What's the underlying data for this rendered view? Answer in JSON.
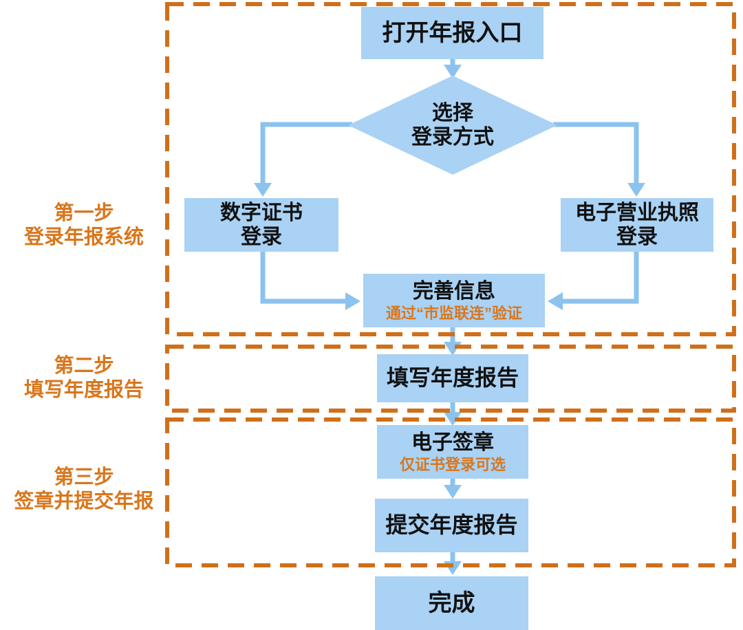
{
  "steps": [
    {
      "line1": "第一步",
      "line2": "登录年报系统"
    },
    {
      "line1": "第二步",
      "line2": "填写年度报告"
    },
    {
      "line1": "第三步",
      "line2": "签章并提交年报"
    }
  ],
  "flow": {
    "open_entry": {
      "label": "打开年报入口"
    },
    "choose_login": {
      "line1": "选择",
      "line2": "登录方式"
    },
    "cert_login": {
      "line1": "数字证书",
      "line2": "登录"
    },
    "license_login": {
      "line1": "电子营业执照",
      "line2": "登录"
    },
    "complete_info": {
      "label": "完善信息",
      "note": "通过“市监联连”验证"
    },
    "fill_report": {
      "label": "填写年度报告"
    },
    "esign": {
      "label": "电子签章",
      "note": "仅证书登录可选"
    },
    "submit_report": {
      "label": "提交年度报告"
    },
    "done": {
      "label": "完成"
    }
  },
  "colors": {
    "box_fill": "#a9d2f4",
    "arrow": "#8cc2ee",
    "dashed": "#d06f1a",
    "orange_text": "#d9761c",
    "node_text": "#111111",
    "page_bg": "#ffffff"
  }
}
